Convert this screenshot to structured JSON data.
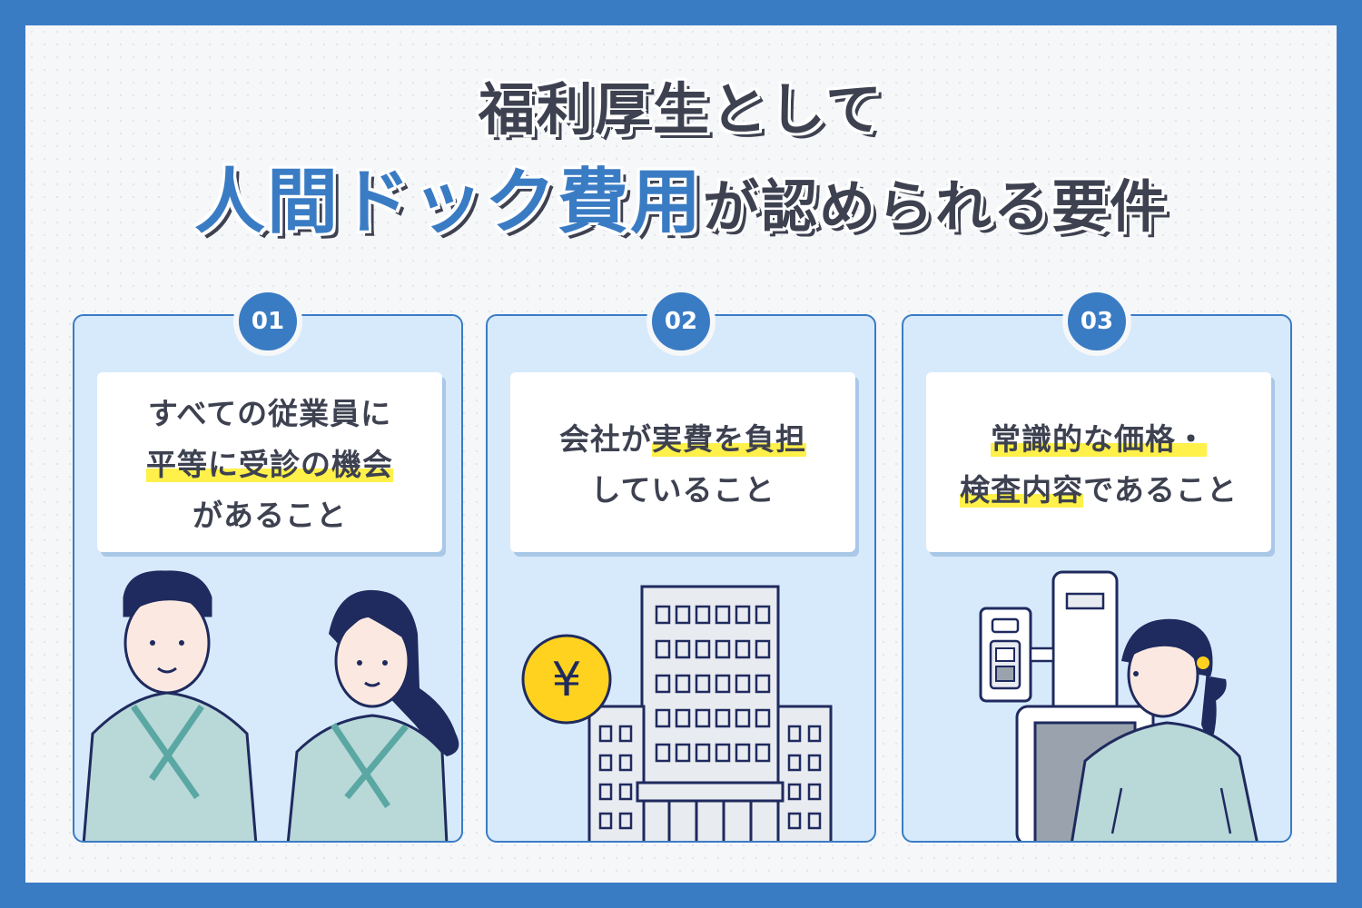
{
  "title": {
    "line1": "福利厚生として",
    "line2_blue": "人間ドック費用",
    "line2_dark": "が認められる要件"
  },
  "cards": [
    {
      "number": "01",
      "lines": [
        {
          "pre": "すべての従業員に",
          "hl": "",
          "post": ""
        },
        {
          "pre": "",
          "hl": "平等に受診の機会",
          "post": ""
        },
        {
          "pre": "があること",
          "hl": "",
          "post": ""
        }
      ]
    },
    {
      "number": "02",
      "lines": [
        {
          "pre": "会社が",
          "hl": "実費を負担",
          "post": ""
        },
        {
          "pre": "していること",
          "hl": "",
          "post": ""
        }
      ]
    },
    {
      "number": "03",
      "lines": [
        {
          "pre": "",
          "hl": "常識的な価格・",
          "post": ""
        },
        {
          "pre": "",
          "hl": "検査内容",
          "post": "であること"
        }
      ]
    }
  ],
  "yen_symbol": "¥",
  "colors": {
    "background": "#3a7cc4",
    "accent": "#3a7cc4",
    "card_fill": "#d7eafb",
    "highlight": "#fff04a",
    "text": "#3d4150",
    "gown": "#b9d8d8",
    "gown_stripe": "#5aa7a3",
    "hair": "#1f2a5e",
    "coin": "#ffd21f"
  },
  "icons": [
    "people-in-gowns-icon",
    "office-building-icon",
    "yen-coin-icon",
    "medical-scanner-icon",
    "patient-icon"
  ]
}
